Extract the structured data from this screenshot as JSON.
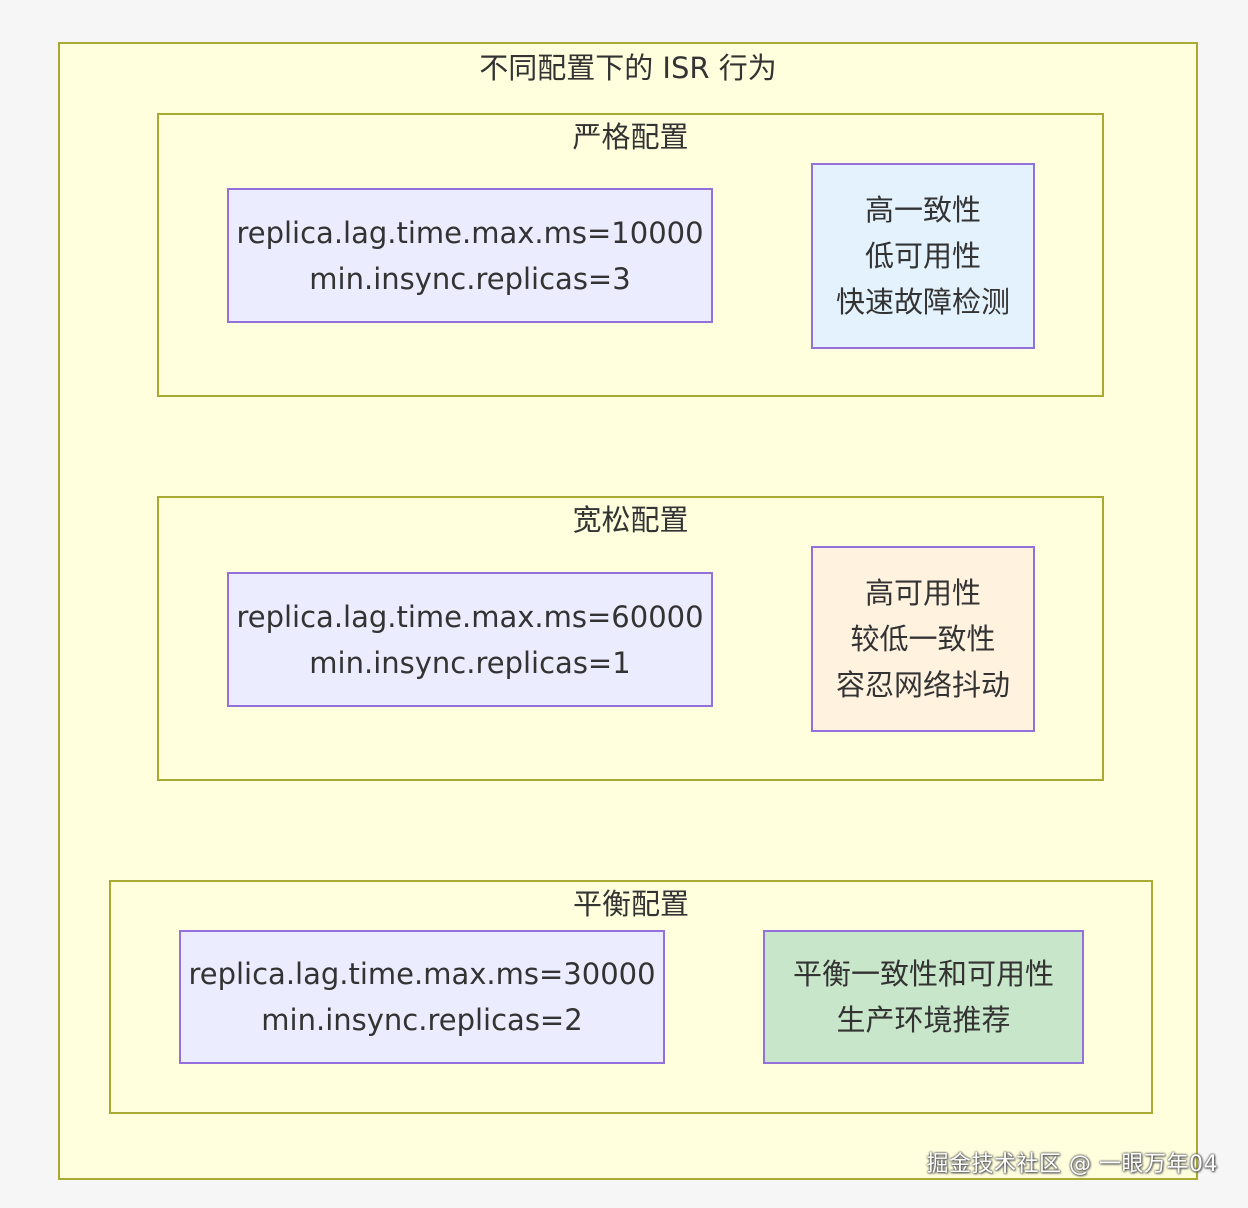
{
  "diagram": {
    "title": "不同配置下的 ISR 行为",
    "groups": [
      {
        "title": "严格配置",
        "config_lines": [
          "replica.lag.time.max.ms=10000",
          "min.insync.replicas=3"
        ],
        "result_lines": [
          "高一致性",
          "低可用性",
          "快速故障检测"
        ],
        "result_color": "#e3f2fd"
      },
      {
        "title": "宽松配置",
        "config_lines": [
          "replica.lag.time.max.ms=60000",
          "min.insync.replicas=1"
        ],
        "result_lines": [
          "高可用性",
          "较低一致性",
          "容忍网络抖动"
        ],
        "result_color": "#fff3e0"
      },
      {
        "title": "平衡配置",
        "config_lines": [
          "replica.lag.time.max.ms=30000",
          "min.insync.replicas=2"
        ],
        "result_lines": [
          "平衡一致性和可用性",
          "生产环境推荐"
        ],
        "result_color": "#c8e6c9"
      }
    ]
  },
  "watermark": "掘金技术社区 @ 一眼万年04",
  "colors": {
    "cluster_fill": "#ffffde",
    "cluster_border": "#aaaa33",
    "node_fill": "#ececff",
    "node_border": "#9370db"
  }
}
